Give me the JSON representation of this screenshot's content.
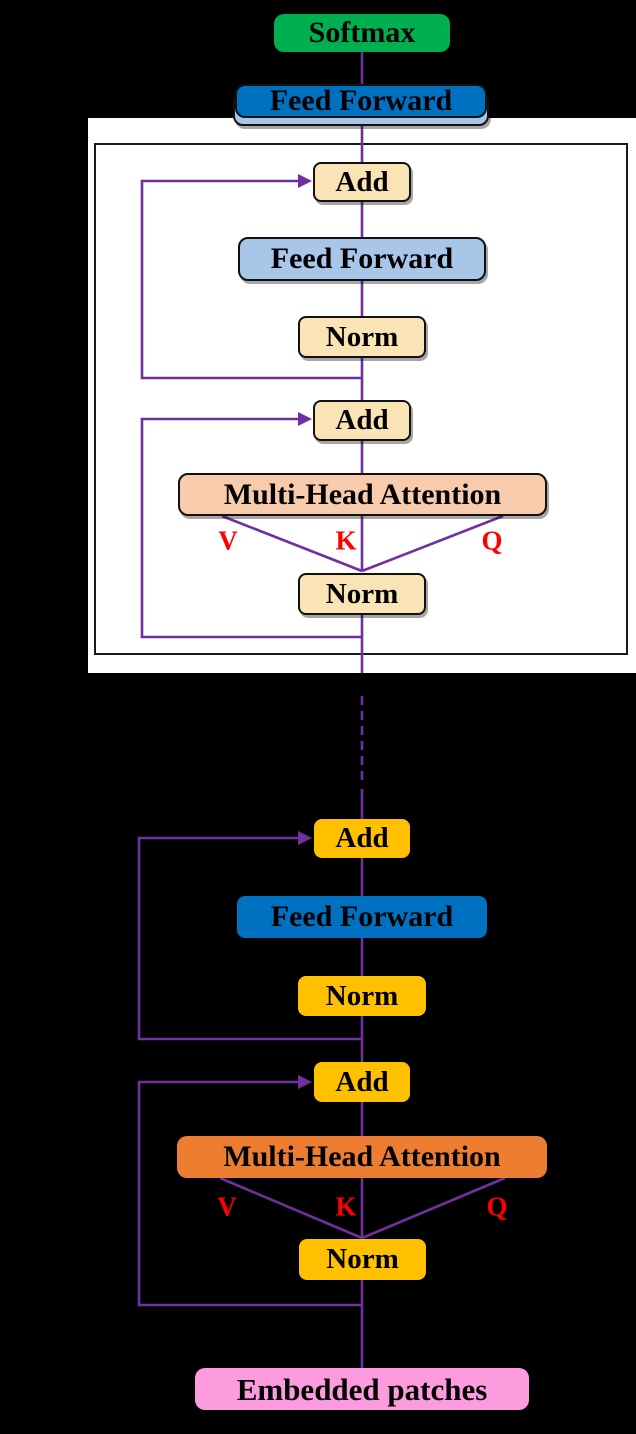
{
  "colors": {
    "background": "#000000",
    "panel": "#FFFFFF",
    "purple": "#7030A0",
    "red": "#FF0000",
    "green": "#00B050",
    "blue": "#0070C0",
    "light_blue": "#A8C6E8",
    "cream": "#FAE3B4",
    "salmon": "#F8CBAD",
    "gold": "#FFC000",
    "orange": "#ED7D31",
    "pink": "#FC9CDE"
  },
  "output_head": {
    "softmax": "Softmax",
    "feed_forward": "Feed Forward"
  },
  "encoder_inset": {
    "add_ff": "Add",
    "feed_forward": "Feed Forward",
    "norm_ff": "Norm",
    "add_attn": "Add",
    "attention": "Multi-Head Attention",
    "norm_attn": "Norm",
    "value_label": "V",
    "key_label": "K",
    "query_label": "Q"
  },
  "encoder_main": {
    "add_ff": "Add",
    "feed_forward": "Feed Forward",
    "norm_ff": "Norm",
    "add_attn": "Add",
    "attention": "Multi-Head Attention",
    "norm_attn": "Norm",
    "value_label": "V",
    "key_label": "K",
    "query_label": "Q"
  },
  "input": {
    "embedded_patches": "Embedded patches"
  }
}
